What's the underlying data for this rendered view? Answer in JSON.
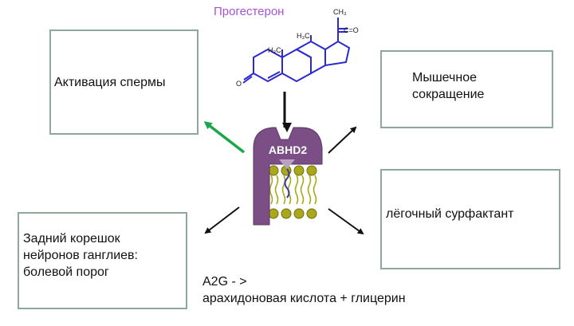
{
  "title": "Прогестерон",
  "enzyme": "ABHD2",
  "boxes": {
    "sperm": "Активация спермы",
    "muscle_line1": "Мышечное",
    "muscle_line2": "сокращение",
    "surfactant": "лёгочный сурфактант",
    "root_line1": "Задний корешок",
    "root_line2": "нейронов ганглиев:",
    "root_line3": "болевой порог"
  },
  "reaction": {
    "line1": "A2G - >",
    "line2": "арахидоновая кислота + глицерин"
  },
  "molecule_labels": {
    "h3c_1": "H₃C",
    "h3c_2": "H₃C",
    "ch3": "CH₃",
    "co": "C=O",
    "o": "O"
  },
  "colors": {
    "title": "#a653d6",
    "box_border": "#8fa89c",
    "green_arrow": "#1aa64a",
    "protein": "#7b4f86",
    "lipid_head": "#a8a81a",
    "molecule": "#2a2ad0"
  }
}
